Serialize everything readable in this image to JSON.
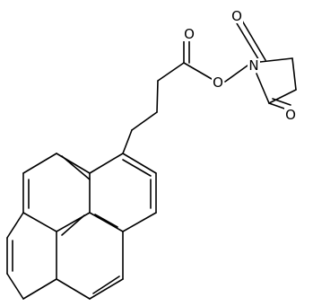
{
  "molecule": {
    "atom_labels": {
      "carbonyl_oxygen_ester": "O",
      "ester_oxygen": "O",
      "imide_nitrogen": "N",
      "imide_oxygen_top": "O",
      "imide_oxygen_bottom": "O"
    }
  },
  "colors": {
    "bond": "#000000",
    "label": "#000000",
    "background": "#ffffff"
  }
}
